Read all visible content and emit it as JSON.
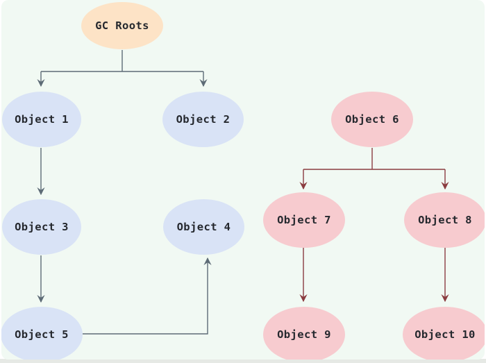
{
  "nodes": {
    "gc_roots": {
      "label": "GC Roots",
      "group": "root"
    },
    "object1": {
      "label": "Object 1",
      "group": "reachable"
    },
    "object2": {
      "label": "Object 2",
      "group": "reachable"
    },
    "object3": {
      "label": "Object 3",
      "group": "reachable"
    },
    "object4": {
      "label": "Object 4",
      "group": "reachable"
    },
    "object5": {
      "label": "Object 5",
      "group": "reachable"
    },
    "object6": {
      "label": "Object 6",
      "group": "unreachable"
    },
    "object7": {
      "label": "Object 7",
      "group": "unreachable"
    },
    "object8": {
      "label": "Object 8",
      "group": "unreachable"
    },
    "object9": {
      "label": "Object 9",
      "group": "unreachable"
    },
    "object10": {
      "label": "Object 10",
      "group": "unreachable"
    }
  },
  "edges": [
    {
      "from": "GC Roots",
      "to": "Object 1",
      "color": "slate"
    },
    {
      "from": "GC Roots",
      "to": "Object 2",
      "color": "slate"
    },
    {
      "from": "Object 1",
      "to": "Object 3",
      "color": "slate"
    },
    {
      "from": "Object 3",
      "to": "Object 5",
      "color": "slate"
    },
    {
      "from": "Object 5",
      "to": "Object 4",
      "color": "slate"
    },
    {
      "from": "Object 6",
      "to": "Object 7",
      "color": "maroon"
    },
    {
      "from": "Object 6",
      "to": "Object 8",
      "color": "maroon"
    },
    {
      "from": "Object 7",
      "to": "Object 9",
      "color": "maroon"
    },
    {
      "from": "Object 8",
      "to": "Object 10",
      "color": "maroon"
    }
  ],
  "colors": {
    "page_bg": "#ffffff",
    "card_bg": "#f1f9f3",
    "bottom_strip": "#e6e9e5",
    "root_fill": "#fde3c6",
    "reachable_fill": "#d9e3f6",
    "unreachable_fill": "#f7cbcf",
    "edge_slate": "#5d6b76",
    "edge_maroon": "#8b3c40",
    "text": "#25282e"
  }
}
